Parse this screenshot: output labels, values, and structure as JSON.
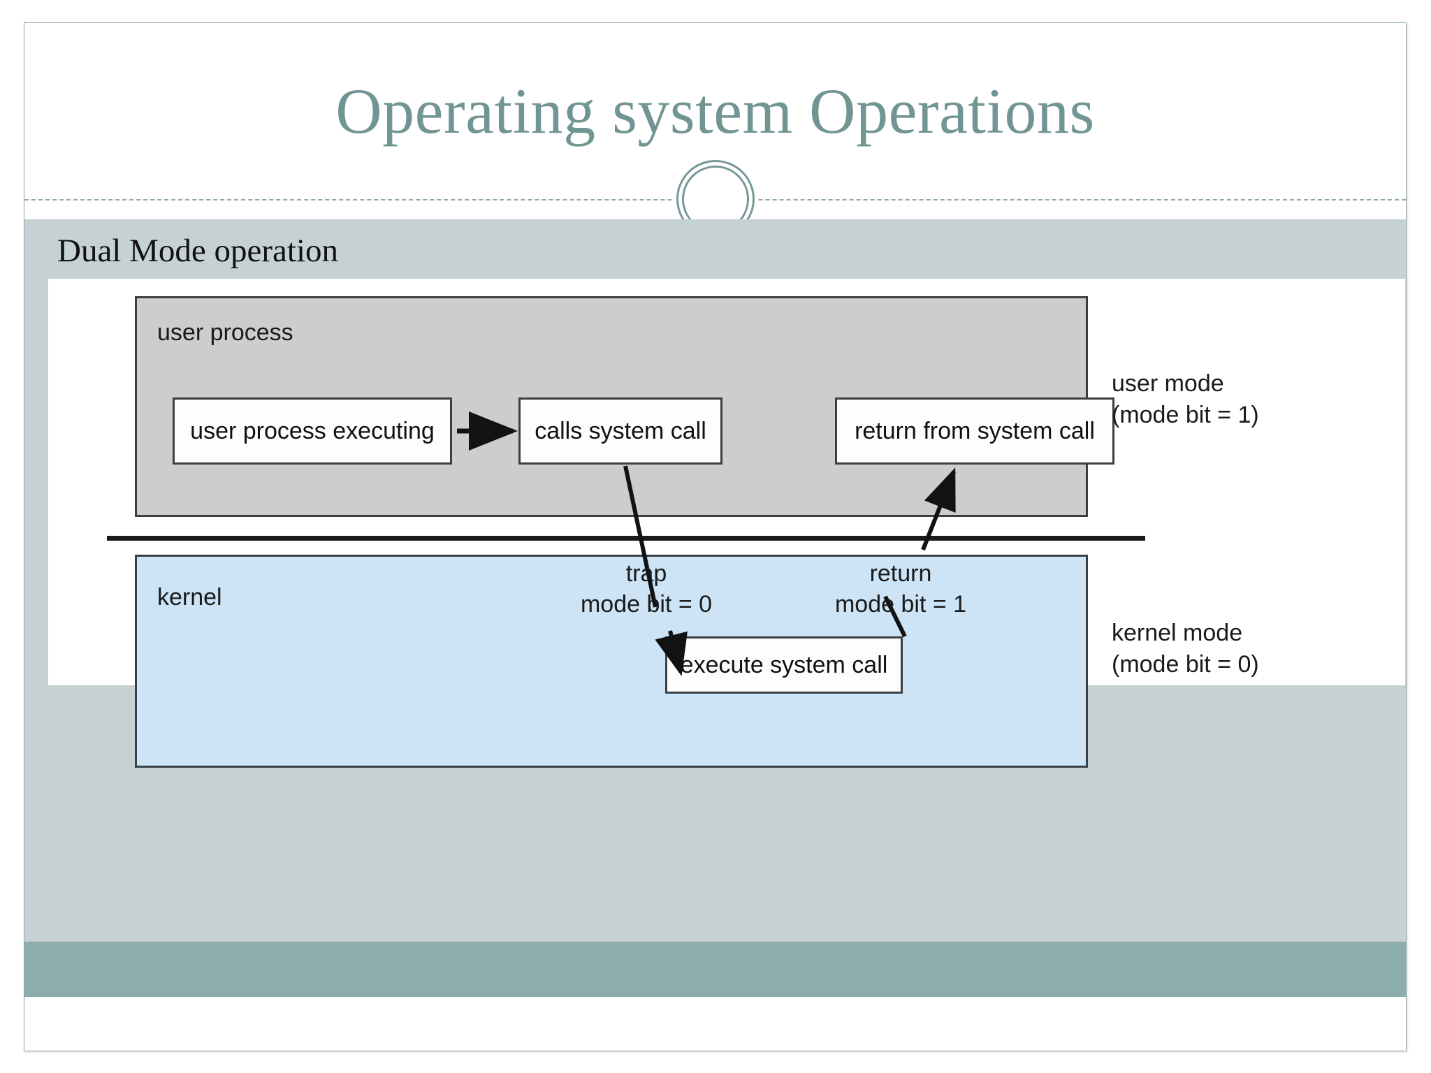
{
  "slide": {
    "title": "Operating system Operations",
    "subtitle": "Dual Mode operation",
    "accent_color": "#719593",
    "body_bg_color": "#c6d1d4",
    "footer_color": "#8cadab"
  },
  "figure": {
    "user_zone_label": "user process",
    "kernel_zone_label": "kernel",
    "user_zone_bg": "#cdcdcd",
    "kernel_zone_bg": "#cce4f5",
    "nodes": [
      {
        "id": "user-process-executing",
        "label": "user process executing"
      },
      {
        "id": "calls-system-call",
        "label": "calls system call"
      },
      {
        "id": "return-from-system-call",
        "label": "return from system call"
      },
      {
        "id": "execute-system-call",
        "label": "execute system call"
      }
    ],
    "side_labels": [
      {
        "id": "user-mode",
        "line1": "user mode",
        "line2": "(mode bit = 1)"
      },
      {
        "id": "kernel-mode",
        "line1": "kernel mode",
        "line2": "(mode bit = 0)"
      }
    ],
    "edge_labels": [
      {
        "id": "trap",
        "line1": "trap",
        "line2": "mode bit = 0"
      },
      {
        "id": "return",
        "line1": "return",
        "line2": "mode bit = 1"
      }
    ]
  }
}
